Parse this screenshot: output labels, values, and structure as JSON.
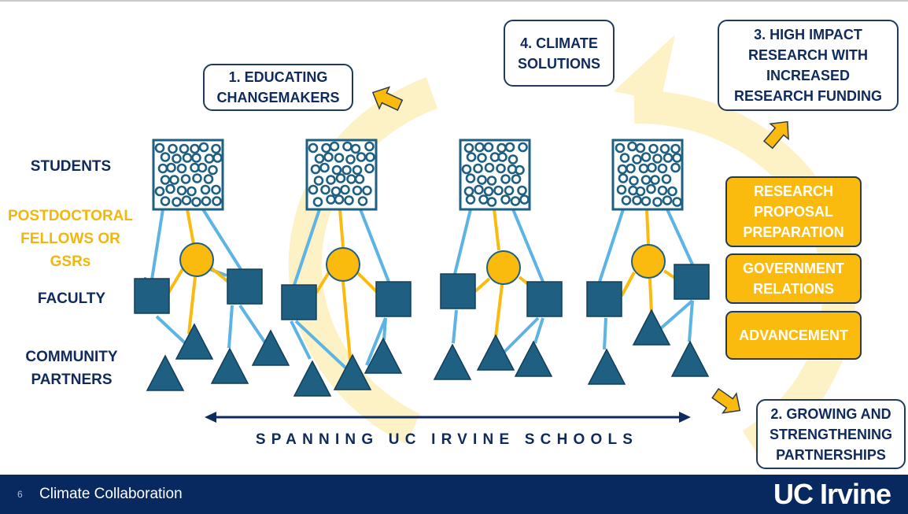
{
  "roles": {
    "students": "STUDENTS",
    "postdocs": "POSTDOCTORAL\nFELLOWS OR\nGSRs",
    "faculty": "FACULTY",
    "community": "COMMUNITY\nPARTNERS"
  },
  "outcomes": {
    "educating": "1. EDUCATING\nCHANGEMAKERS",
    "growing": "2. GROWING AND\nSTRENGTHENING\nPARTNERSHIPS",
    "research": "3. HIGH IMPACT\nRESEARCH  WITH\nINCREASED\nRESEARCH FUNDING",
    "solutions": "4. CLIMATE\nSOLUTIONS"
  },
  "support": {
    "proposal": "RESEARCH\nPROPOSAL\nPREPARATION",
    "government": "GOVERNMENT\nRELATIONS",
    "advancement": "ADVANCEMENT"
  },
  "span_label": "SPANNING UC IRVINE SCHOOLS",
  "footer": {
    "page_number": "6",
    "title": "Climate Collaboration",
    "logo": "UC Irvine"
  },
  "colors": {
    "navy": "#1e5f82",
    "gold": "#fbbb0e",
    "light_blue": "#5cb4e4",
    "cycle": "#fdf1c6",
    "footer": "#07295f"
  }
}
